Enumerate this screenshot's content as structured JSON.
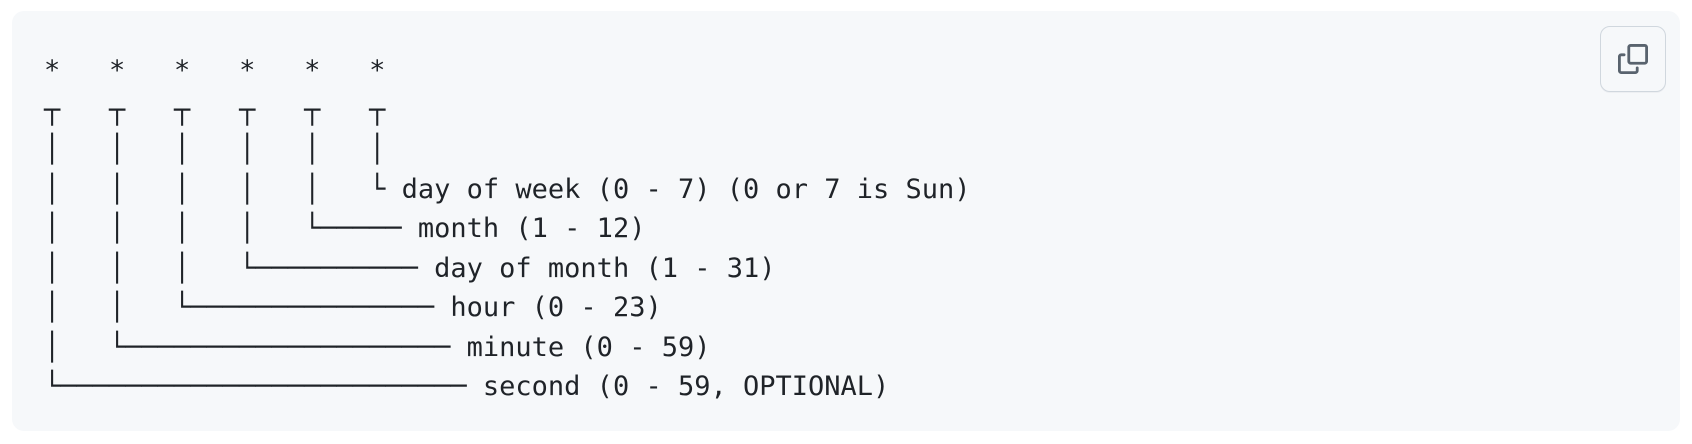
{
  "code_block": {
    "lines": [
      "*   *   *   *   *   *",
      "┬   ┬   ┬   ┬   ┬   ┬",
      "│   │   │   │   │   │",
      "│   │   │   │   │   └ day of week (0 - 7) (0 or 7 is Sun)",
      "│   │   │   │   └───── month (1 - 12)",
      "│   │   │   └────────── day of month (1 - 31)",
      "│   │   └─────────────── hour (0 - 23)",
      "│   └──────────────────── minute (0 - 59)",
      "└───────────────────────── second (0 - 59, OPTIONAL)"
    ]
  },
  "copy_button": {
    "icon": "copy-icon"
  },
  "colors": {
    "background": "#f6f8fa",
    "text": "#1f2328",
    "border": "#d0d7de",
    "icon": "#59636e"
  }
}
